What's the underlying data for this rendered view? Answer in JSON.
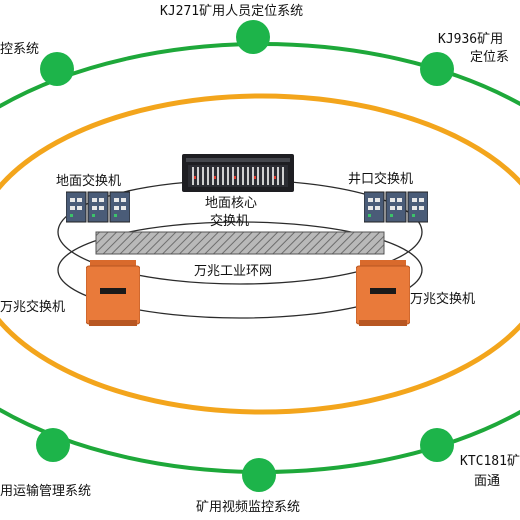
{
  "colors": {
    "outer_ring": "#1ea83a",
    "inner_ring": "#f3a51c",
    "node": "#1db44a",
    "core_switch_body": "#1e1e22",
    "field_switch": "#e97a3a",
    "ring_bar": "#8a8a8a"
  },
  "outer_ring_nodes": [
    {
      "icon": "green-node",
      "label": "KJ271矿用人员定位系统"
    },
    {
      "icon": "green-node",
      "label": "控系统"
    },
    {
      "icon": "green-node",
      "label_lines": [
        "KJ936矿用",
        "定位系"
      ]
    },
    {
      "icon": "green-node",
      "label": "用运输管理系统"
    },
    {
      "icon": "green-node",
      "label": "矿用视频监控系统"
    },
    {
      "icon": "green-node",
      "label_lines": [
        "KTC181矿",
        "面通"
      ]
    }
  ],
  "core_switch": {
    "icon": "rack-switch",
    "label_lines": [
      "地面核心",
      "交换机"
    ]
  },
  "ground_switch": {
    "icon": "din-rail-switch",
    "label": "地面交换机"
  },
  "shaft_switch": {
    "icon": "din-rail-switch",
    "label": "井口交换机"
  },
  "left_field_switch": {
    "icon": "explosion-proof-switch",
    "label": "万兆交换机"
  },
  "right_field_switch": {
    "icon": "explosion-proof-switch",
    "label": "万兆交换机"
  },
  "ring_network": {
    "label": "万兆工业环网"
  }
}
